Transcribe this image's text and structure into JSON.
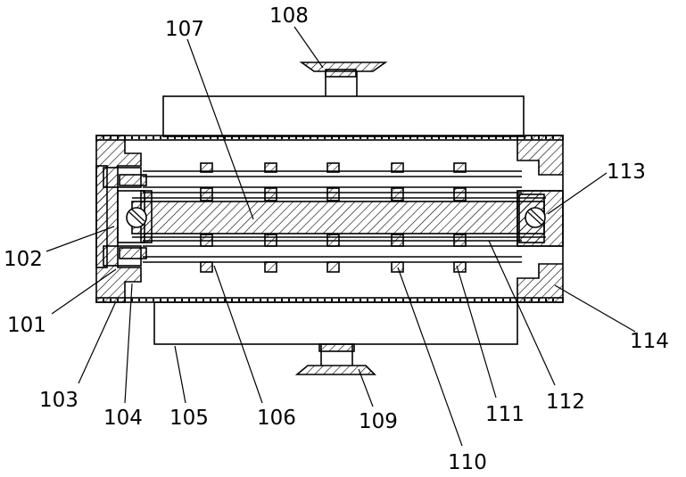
{
  "labels": {
    "l101": "101",
    "l102": "102",
    "l103": "103",
    "l104": "104",
    "l105": "105",
    "l106": "106",
    "l107": "107",
    "l108": "108",
    "l109": "109",
    "l110": "110",
    "l111": "111",
    "l112": "112",
    "l113": "113",
    "l114": "114"
  }
}
